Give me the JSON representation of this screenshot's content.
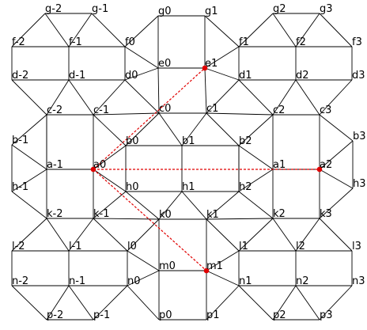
{
  "colors": {
    "edge": "#000000",
    "highlight": "#e00000",
    "background": "#ffffff"
  },
  "vertices": [
    {
      "id": "g-2",
      "label": "g-2"
    },
    {
      "id": "g-1",
      "label": "g-1"
    },
    {
      "id": "g0",
      "label": "g0"
    },
    {
      "id": "g1",
      "label": "g1"
    },
    {
      "id": "g2",
      "label": "g2"
    },
    {
      "id": "g3",
      "label": "g3"
    },
    {
      "id": "f-2",
      "label": "f-2"
    },
    {
      "id": "f-1",
      "label": "f-1"
    },
    {
      "id": "f0",
      "label": "f0"
    },
    {
      "id": "f1",
      "label": "f1"
    },
    {
      "id": "f2",
      "label": "f2"
    },
    {
      "id": "f3",
      "label": "f3"
    },
    {
      "id": "e0",
      "label": "e0"
    },
    {
      "id": "e1",
      "label": "e1"
    },
    {
      "id": "d-2",
      "label": "d-2"
    },
    {
      "id": "d-1",
      "label": "d-1"
    },
    {
      "id": "d0",
      "label": "d0"
    },
    {
      "id": "d1",
      "label": "d1"
    },
    {
      "id": "d2",
      "label": "d2"
    },
    {
      "id": "d3",
      "label": "d3"
    },
    {
      "id": "c-2",
      "label": "c-2"
    },
    {
      "id": "c-1",
      "label": "c-1"
    },
    {
      "id": "c0",
      "label": "c0"
    },
    {
      "id": "c1",
      "label": "c1"
    },
    {
      "id": "c2",
      "label": "c2"
    },
    {
      "id": "c3",
      "label": "c3"
    },
    {
      "id": "b-1",
      "label": "b-1"
    },
    {
      "id": "b0",
      "label": "b0"
    },
    {
      "id": "b1",
      "label": "b1"
    },
    {
      "id": "b2",
      "label": "b2"
    },
    {
      "id": "b3",
      "label": "b3"
    },
    {
      "id": "a-1",
      "label": "a-1"
    },
    {
      "id": "a0",
      "label": "a0"
    },
    {
      "id": "a1",
      "label": "a1"
    },
    {
      "id": "a2",
      "label": "a2"
    },
    {
      "id": "h-1",
      "label": "h-1"
    },
    {
      "id": "h0",
      "label": "h0"
    },
    {
      "id": "h1",
      "label": "h1"
    },
    {
      "id": "h2",
      "label": "h2"
    },
    {
      "id": "h3",
      "label": "h3"
    },
    {
      "id": "k-2",
      "label": "k-2"
    },
    {
      "id": "k-1",
      "label": "k-1"
    },
    {
      "id": "k0",
      "label": "k0"
    },
    {
      "id": "k1",
      "label": "k1"
    },
    {
      "id": "k2",
      "label": "k2"
    },
    {
      "id": "k3",
      "label": "k3"
    },
    {
      "id": "l-2",
      "label": "l-2"
    },
    {
      "id": "l-1",
      "label": "l-1"
    },
    {
      "id": "l0",
      "label": "l0"
    },
    {
      "id": "l1",
      "label": "l1"
    },
    {
      "id": "l2",
      "label": "l2"
    },
    {
      "id": "l3",
      "label": "l3"
    },
    {
      "id": "m0",
      "label": "m0"
    },
    {
      "id": "m1",
      "label": "m1"
    },
    {
      "id": "n-2",
      "label": "n-2"
    },
    {
      "id": "n-1",
      "label": "n-1"
    },
    {
      "id": "n0",
      "label": "n0"
    },
    {
      "id": "n1",
      "label": "n1"
    },
    {
      "id": "n2",
      "label": "n2"
    },
    {
      "id": "n3",
      "label": "n3"
    },
    {
      "id": "p-2",
      "label": "p-2"
    },
    {
      "id": "p-1",
      "label": "p-1"
    },
    {
      "id": "p0",
      "label": "p0"
    },
    {
      "id": "p1",
      "label": "p1"
    },
    {
      "id": "p2",
      "label": "p2"
    },
    {
      "id": "p3",
      "label": "p3"
    }
  ],
  "highlighted_vertices": [
    "a0",
    "e1",
    "a2",
    "m1"
  ],
  "highlighted_edges": [
    [
      "a0",
      "e1"
    ],
    [
      "a0",
      "a2"
    ],
    [
      "a0",
      "m1"
    ]
  ]
}
